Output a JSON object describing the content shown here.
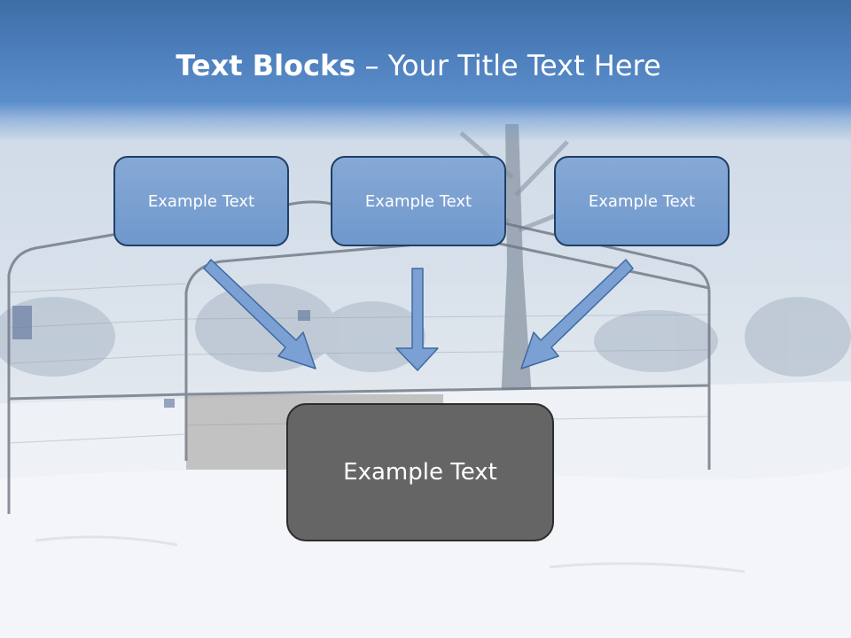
{
  "title": {
    "bold_part": "Text Blocks",
    "separator": " – ",
    "rest": "Your Title Text Here"
  },
  "boxes": {
    "top": [
      "Example Text",
      "Example Text",
      "Example Text"
    ],
    "bottom": "Example Text"
  },
  "colors": {
    "title_band": "#4d7fbd",
    "top_box_fill": "#7b9fd1",
    "top_box_border": "#1f3f66",
    "bottom_box_fill": "#656565",
    "arrow_fill": "#7aa0d4",
    "arrow_stroke": "#3f6aa0"
  },
  "background": {
    "scene": "snowy-baseball-backstop"
  }
}
